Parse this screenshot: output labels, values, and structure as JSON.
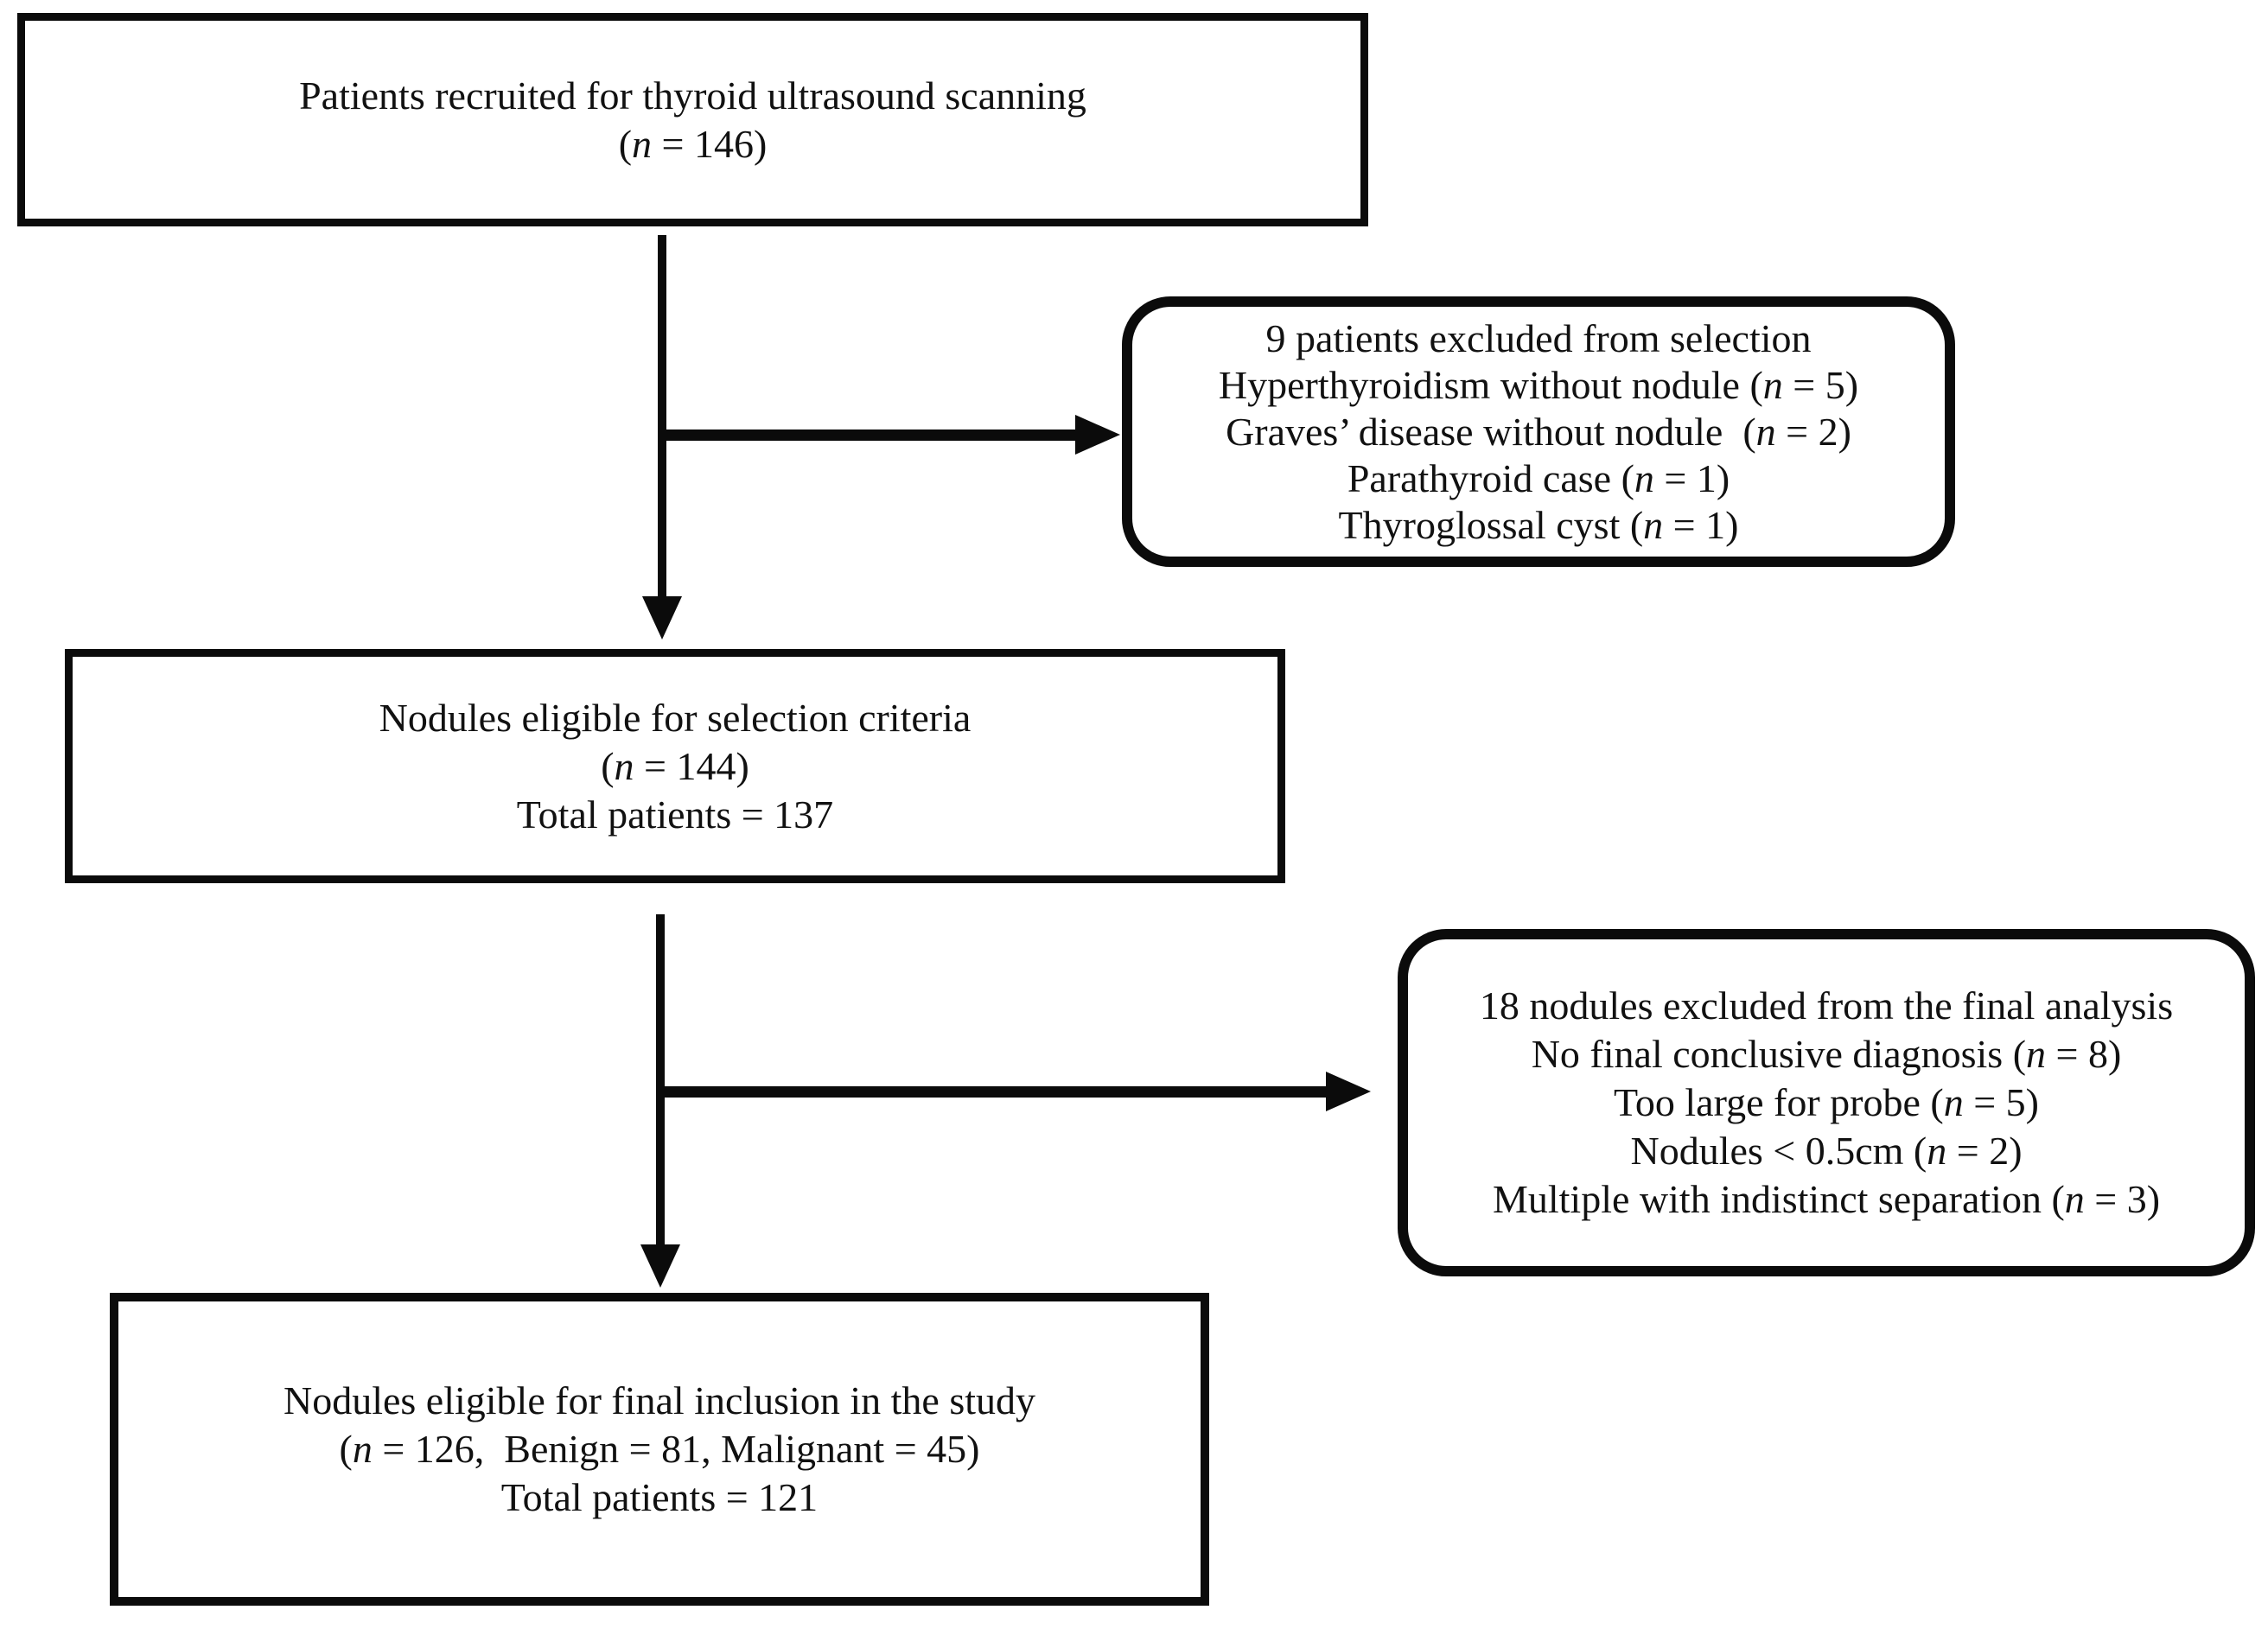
{
  "diagram": {
    "type": "flowchart",
    "title": "Patient / nodule selection flow for thyroid ultrasound study",
    "colors": {
      "line": "#0b0b0b",
      "text": "#111111",
      "background": "#ffffff"
    },
    "boxes": {
      "recruited": {
        "shape": "rectangle",
        "lines": [
          "Patients recruited for thyroid ultrasound scanning",
          "(n = 146)"
        ]
      },
      "excluded_selection": {
        "shape": "rounded-rectangle",
        "lines": [
          "9 patients excluded from selection",
          "Hyperthyroidism without nodule (n = 5)",
          "Graves’ disease without nodule  (n = 2)",
          "Parathyroid case (n = 1)",
          "Thyroglossal cyst (n = 1)"
        ]
      },
      "eligible_selection": {
        "shape": "rectangle",
        "lines": [
          "Nodules eligible for selection criteria",
          "(n = 144)",
          "Total patients = 137"
        ]
      },
      "excluded_final": {
        "shape": "rounded-rectangle",
        "lines": [
          "18 nodules excluded from the final analysis",
          "No final conclusive diagnosis (n = 8)",
          "Too large for probe (n = 5)",
          "Nodules < 0.5cm (n = 2)",
          "Multiple with indistinct separation (n = 3)"
        ]
      },
      "final_inclusion": {
        "shape": "rectangle",
        "lines": [
          "Nodules eligible for final inclusion in the study",
          "(n = 126,  Benign = 81, Malignant = 45)",
          "Total patients = 121"
        ]
      }
    },
    "edges": [
      {
        "from": "recruited",
        "to": "eligible_selection",
        "direction": "down"
      },
      {
        "from": "recruited",
        "to": "excluded_selection",
        "direction": "right"
      },
      {
        "from": "eligible_selection",
        "to": "final_inclusion",
        "direction": "down"
      },
      {
        "from": "eligible_selection",
        "to": "excluded_final",
        "direction": "right"
      }
    ]
  }
}
